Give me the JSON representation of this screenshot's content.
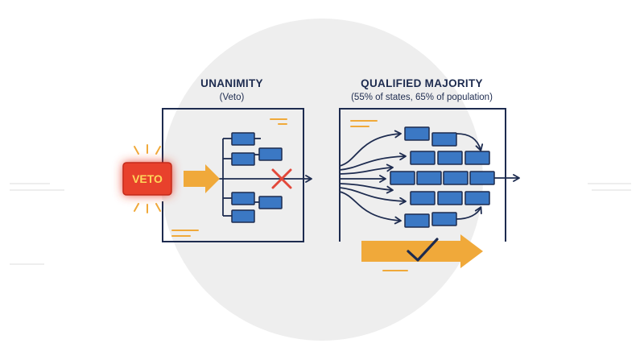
{
  "panels": {
    "unanimity": {
      "title": "UNANIMITY",
      "subtitle": "(Veto)",
      "veto_label": "VETO"
    },
    "qualified_majority": {
      "title": "QUALIFIED MAJORITY",
      "subtitle": "(55% of states, 65% of population)"
    }
  },
  "colors": {
    "navy": "#1d2b4f",
    "box_blue": "#3b78c4",
    "orange": "#f0a93a",
    "veto_red": "#e8412c",
    "veto_text": "#ffd75a",
    "cross_red": "#e2483a",
    "backdrop": "#eeeeee"
  },
  "icons": [
    "veto-glow-icon",
    "cross-icon",
    "checkmark-icon",
    "arrow-icon"
  ]
}
